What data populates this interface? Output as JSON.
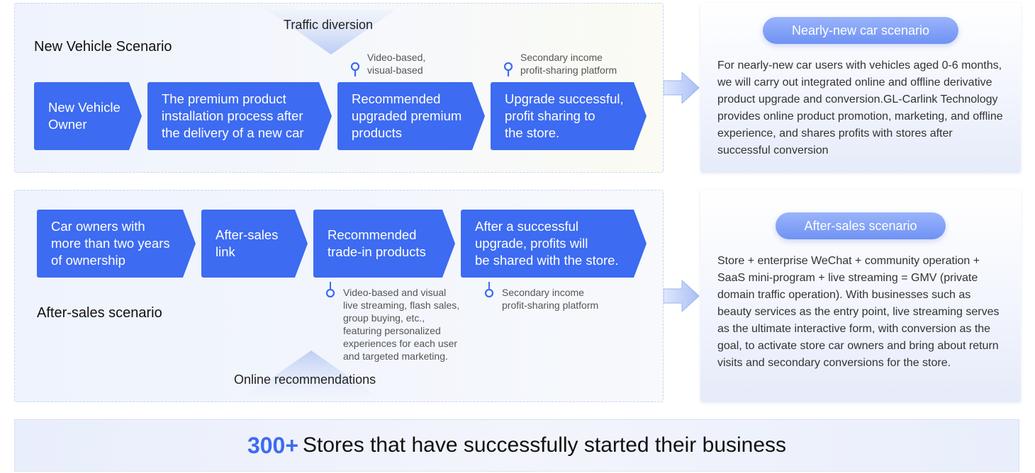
{
  "new_vehicle": {
    "title": "New Vehicle Scenario",
    "funnel_label": "Traffic diversion",
    "steps": [
      "New Vehicle\nOwner",
      "The premium product\ninstallation process after\nthe delivery of a new car",
      "Recommended\nupgraded premium\nproducts",
      "Upgrade successful,\nprofit sharing to\nthe store."
    ],
    "hints": [
      "Video-based,\nvisual-based",
      "Secondary income\nprofit-sharing platform"
    ]
  },
  "after_sales": {
    "title": "After-sales scenario",
    "funnel_label": "Online recommendations",
    "steps": [
      "Car owners with\nmore than two years\nof ownership",
      "After-sales\nlink",
      "Recommended\ntrade-in products",
      "After a successful\nupgrade, profits will\nbe shared with the store."
    ],
    "hints": [
      "Video-based and visual\nlive streaming, flash sales,\ngroup buying, etc.,\nfeaturing personalized\nexperiences for each user\nand targeted marketing.",
      "Secondary income\nprofit-sharing platform"
    ]
  },
  "cards": {
    "nearly_new": {
      "title": "Nearly-new car scenario",
      "body": "For nearly-new car users with vehicles aged 0-6 months, we will carry out integrated online and offline derivative product upgrade and conversion.GL-Carlink Technology  provides online product promotion, marketing, and offline experience, and shares profits with stores after successful conversion"
    },
    "after_sales": {
      "title": "After-sales scenario",
      "body": "Store + enterprise WeChat + community operation + SaaS mini-program + live streaming = GMV (private domain traffic operation). With businesses such as beauty services as the entry point, live streaming serves as the ultimate interactive form, with conversion as the goal, to activate store car owners and bring about return visits and secondary conversions for the store."
    }
  },
  "footer": {
    "count": "300+",
    "text": "Stores that have successfully started their business"
  },
  "colors": {
    "accent": "#3d6bf1",
    "pill": "#7b9af6",
    "funnel": "#c8d6f6"
  }
}
